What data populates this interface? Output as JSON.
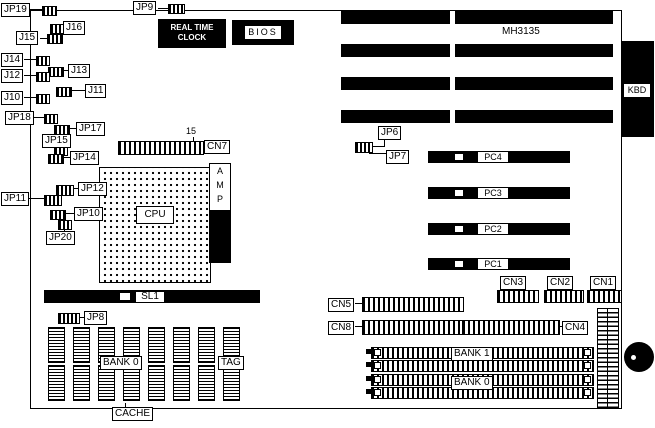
{
  "labels": {
    "jp19": "JP19",
    "jp9": "JP9",
    "j16": "J16",
    "j15": "J15",
    "j14": "J14",
    "j13": "J13",
    "j12": "J12",
    "j11": "J11",
    "j10": "J10",
    "jp18": "JP18",
    "jp17": "JP17",
    "jp15": "JP15",
    "jp14": "JP14",
    "jp12": "JP12",
    "jp11": "JP11",
    "jp10": "JP10",
    "jp20": "JP20",
    "jp8": "JP8",
    "jp6": "JP6",
    "jp7": "JP7",
    "cn1": "CN1",
    "cn2": "CN2",
    "cn3": "CN3",
    "cn4": "CN4",
    "cn5": "CN5",
    "cn7": "CN7",
    "cn8": "CN8",
    "pc1": "PC1",
    "pc2": "PC2",
    "pc3": "PC3",
    "pc4": "PC4",
    "sl1": "SL1",
    "cpu": "CPU",
    "kbd": "KBD",
    "bios": "BIOS",
    "rtc": "REAL TIME\nCLOCK",
    "amp": "A\nM\nP",
    "chipset": "MH3135",
    "pin15": "15",
    "bank0_left": "BANK 0",
    "tag": "TAG",
    "bank1_right": "BANK 1",
    "bank0_right": "BANK 0",
    "cache": "CACHE"
  }
}
